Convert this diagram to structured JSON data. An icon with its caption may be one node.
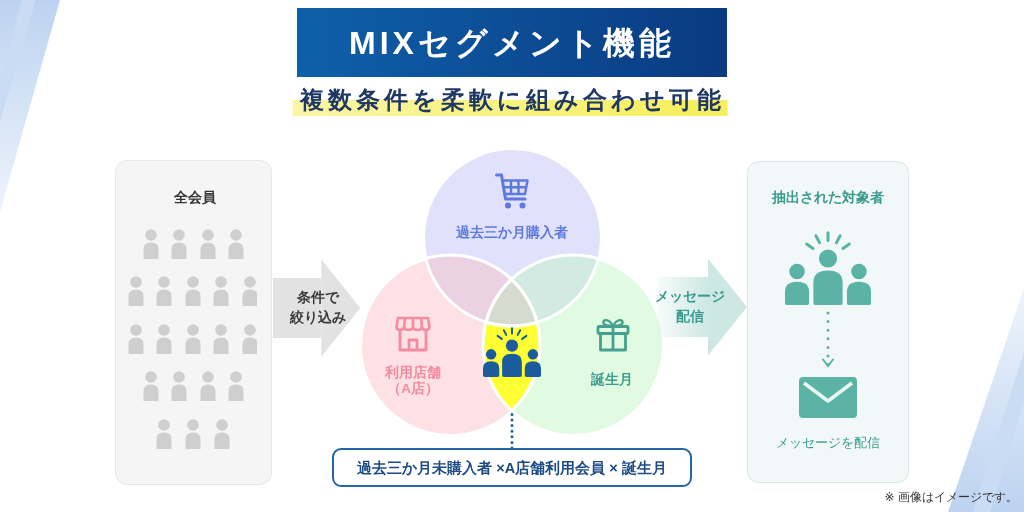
{
  "diagram": {
    "title": "MIXセグメント機能",
    "nodes": [
      {
        "text": [
          "全会員"
        ]
      },
      {
        "text": [
          "過去三か月購入者"
        ]
      },
      {
        "text": [
          "利用店舗（A店）"
        ]
      },
      {
        "text": [
          "誕生月"
        ]
      },
      {
        "text": [],
        "shape": "lens"
      },
      {
        "text": [
          "過去三か月未購入者 ×A店舗利用会員 × 誕生月"
        ]
      },
      {
        "text": [
          "抽出された対象者"
        ]
      },
      {
        "text": [],
        "shape": "person",
        "in": 6
      },
      {
        "text": [
          "メッセージを配信"
        ],
        "in": 6
      }
    ],
    "edges": [
      {
        "from": 0,
        "to": 2,
        "arrow": "to",
        "label": "条件で絞り込み",
        "style": "thick",
        "color": "#e2e2e2"
      },
      {
        "from": 3,
        "to": 6,
        "arrow": "to",
        "label": "メッセージ配信",
        "style": "thick",
        "color": "#cde8e3"
      },
      {
        "from": 5,
        "to": 4,
        "arrow": "none",
        "style": "dashed",
        "color": "#1d5e9e"
      },
      {
        "from": 7,
        "to": 8,
        "arrow": "to",
        "style": "dashed",
        "color": "#5ab3a5"
      }
    ],
    "labels": [
      "複数条件を柔軟に組み合わせ可能",
      "※ 画像はイメージです。"
    ]
  }
}
